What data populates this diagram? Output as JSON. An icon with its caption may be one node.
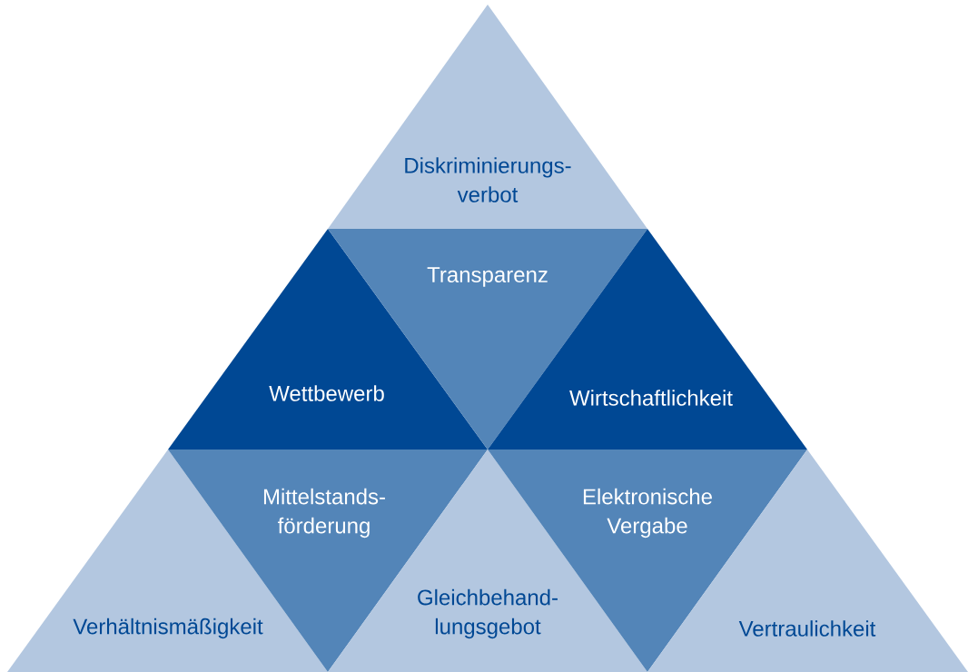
{
  "diagram": {
    "nodes": [
      {
        "text": [
          "Diskriminierungs- verbot"
        ]
      },
      {
        "text": [
          "Wettbewerb"
        ]
      },
      {
        "text": [
          "Transparenz"
        ]
      },
      {
        "text": [
          "Wirtschaftlichkeit"
        ]
      },
      {
        "text": [
          "Verhältnismäßigkeit"
        ]
      },
      {
        "text": [
          "Mittelstands- förderung"
        ]
      },
      {
        "text": [
          "Gleichbehand- lungsgebot"
        ]
      },
      {
        "text": [
          "Elektronische Vergabe"
        ]
      },
      {
        "text": [
          "Vertraulichkeit"
        ]
      }
    ]
  }
}
